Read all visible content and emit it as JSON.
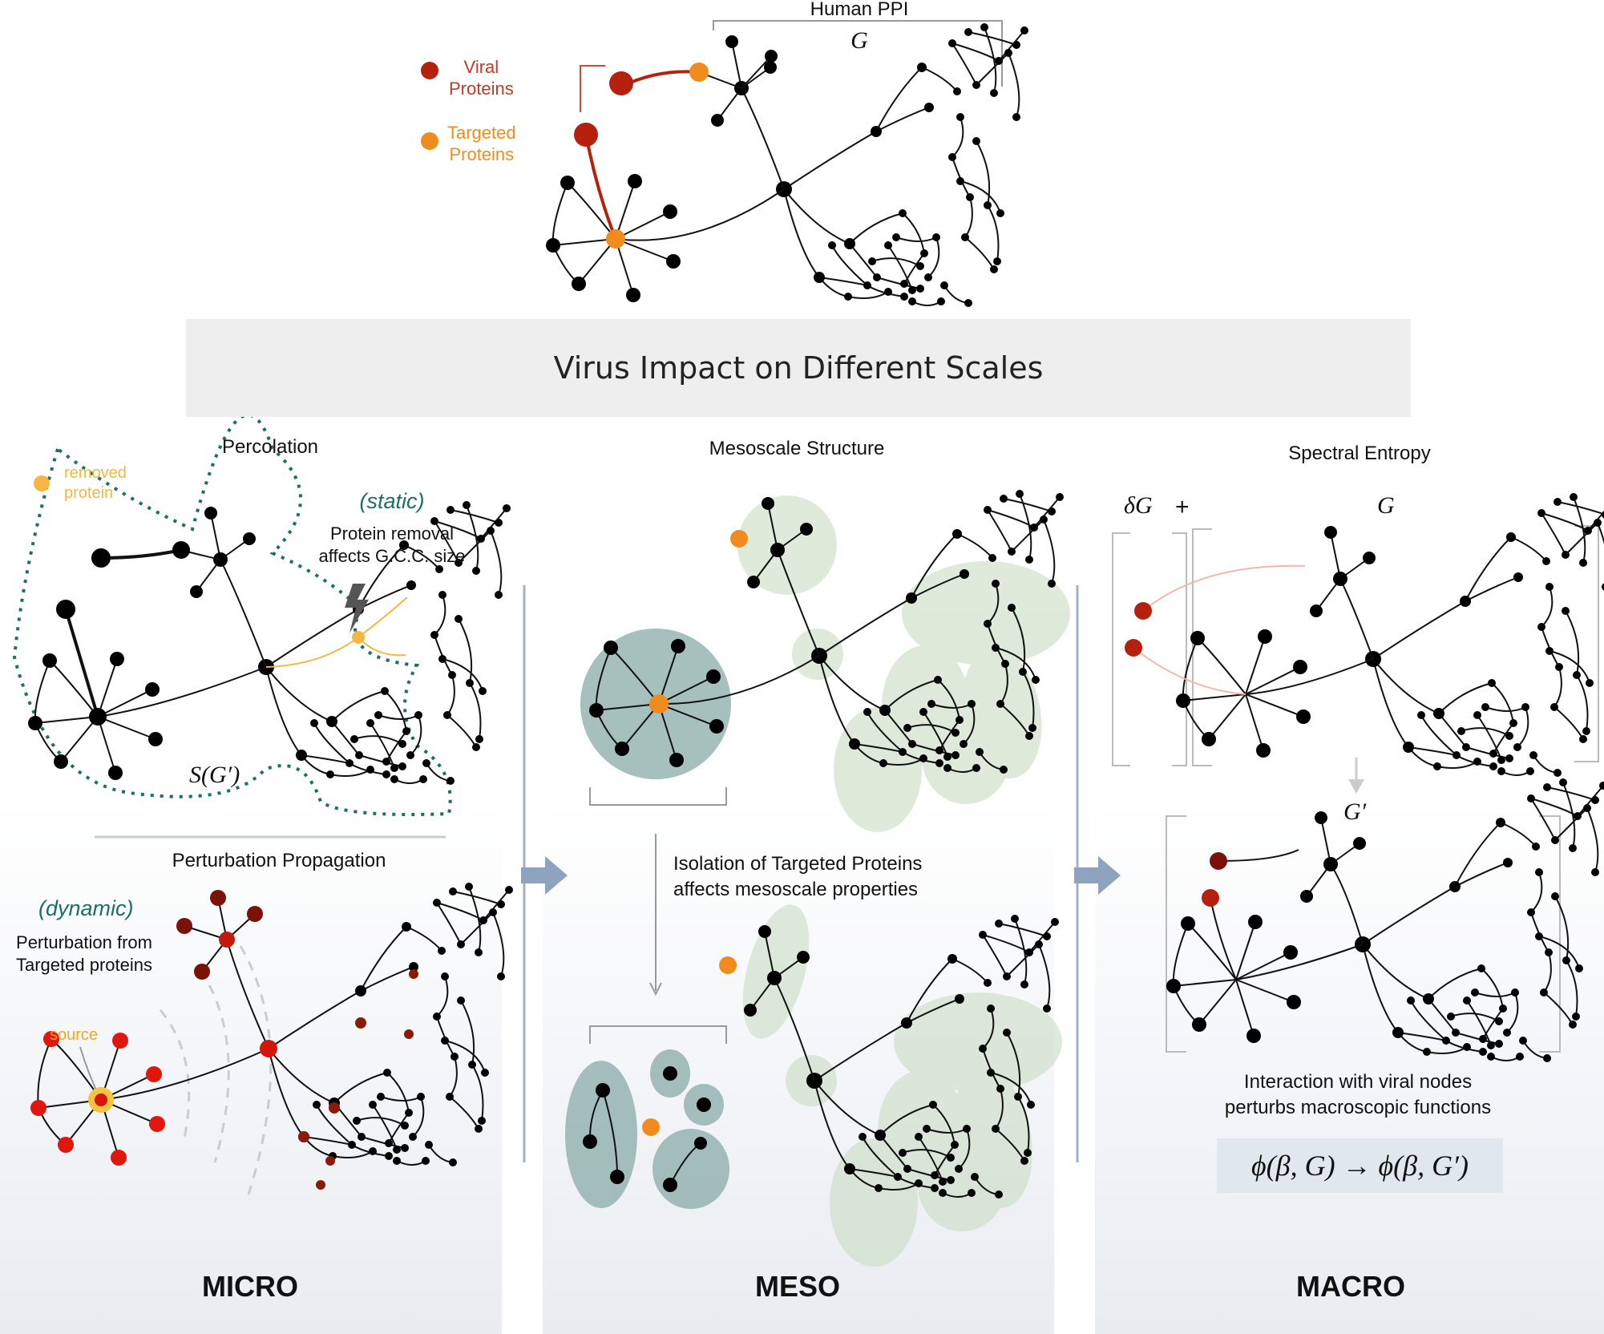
{
  "header": {
    "human_ppi": "Human PPI",
    "g": "G",
    "legend_viral": "Viral\nProteins",
    "legend_targeted": "Targeted\nProteins"
  },
  "banner": {
    "title": "Virus Impact on Different Scales"
  },
  "micro": {
    "percolation_title": "Percolation",
    "removed_legend": "removed\nprotein",
    "static_label": "(static)",
    "static_desc": "Protein removal\naffects G.C.C. size",
    "sg_label": "S(G′)",
    "perturbation_title": "Perturbation Propagation",
    "dynamic_label": "(dynamic)",
    "dynamic_desc": "Perturbation from\nTargeted proteins",
    "source_label": "source",
    "scale_label": "MICRO"
  },
  "meso": {
    "title": "Mesoscale Structure",
    "desc": "Isolation of Targeted Proteins\naffects mesoscale properties",
    "scale_label": "MESO"
  },
  "macro": {
    "title": "Spectral Entropy",
    "delta_g": "δG",
    "plus": "+",
    "g": "G",
    "g_prime": "G′",
    "desc": "Interaction with viral nodes\nperturbs macroscopic functions",
    "formula": "ϕ(β, G) → ϕ(β, G′)",
    "scale_label": "MACRO"
  },
  "colors": {
    "viral": "#b5200f",
    "targeted": "#f08c1e",
    "removed": "#f5b642",
    "teal": "#1e6f63",
    "meso_green": "#c9dcc3",
    "meso_teal": "#8fb0ad",
    "arrow": "#8ea3bd",
    "perturb_dark": "#7a1208",
    "perturb_red": "#e0170c"
  }
}
